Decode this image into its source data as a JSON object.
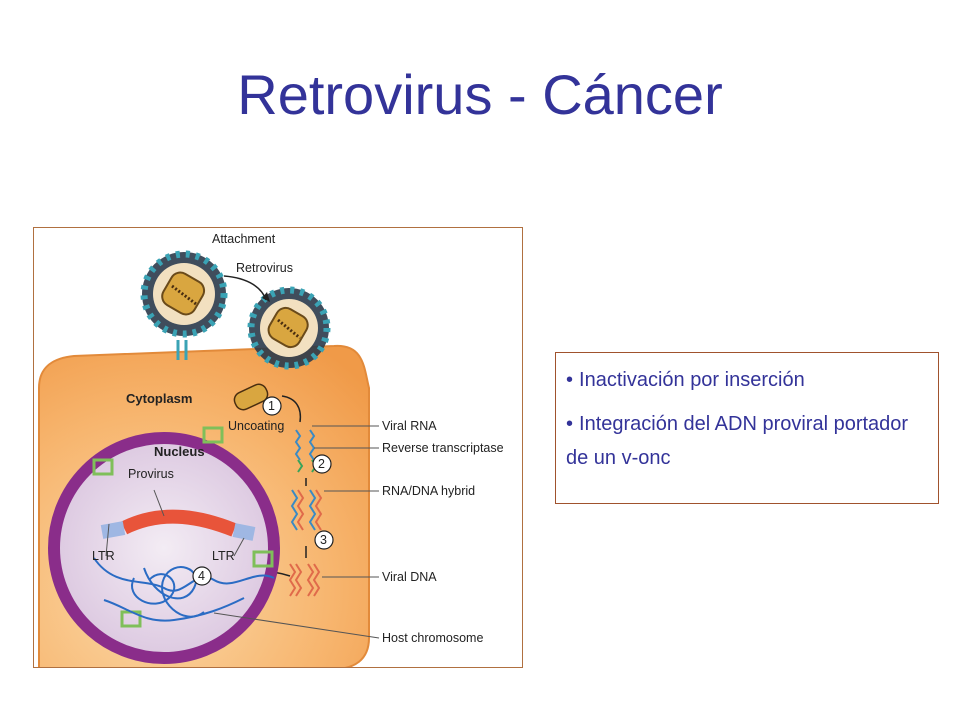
{
  "slide": {
    "title": "Retrovirus - Cáncer"
  },
  "diagram": {
    "labels": {
      "attachment": "Attachment",
      "retrovirus": "Retrovirus",
      "cytoplasm": "Cytoplasm",
      "nucleus": "Nucleus",
      "provirus": "Provirus",
      "ltr_left": "LTR",
      "ltr_right": "LTR",
      "uncoating": "Uncoating",
      "viral_rna": "Viral RNA",
      "reverse_transcriptase": "Reverse transcriptase",
      "rna_dna_hybrid": "RNA/DNA hybrid",
      "viral_dna": "Viral DNA",
      "host_chromosome": "Host chromosome"
    },
    "steps": [
      "1",
      "2",
      "3",
      "4"
    ],
    "colors": {
      "cytoplasm": "#f4a65a",
      "nucleus_membrane": "#8a2d8a",
      "nucleus_interior": "#e3d3e8",
      "provirus": "#e8543a",
      "ltr": "#9fb7e3",
      "virus_spike": "#3aa3b5",
      "capsid": "#d9a640",
      "dna": "#2b6cc4"
    }
  },
  "callout": {
    "bullets": [
      "Inactivación por inserción",
      "Integración del ADN proviral portador de un v-onc"
    ]
  }
}
